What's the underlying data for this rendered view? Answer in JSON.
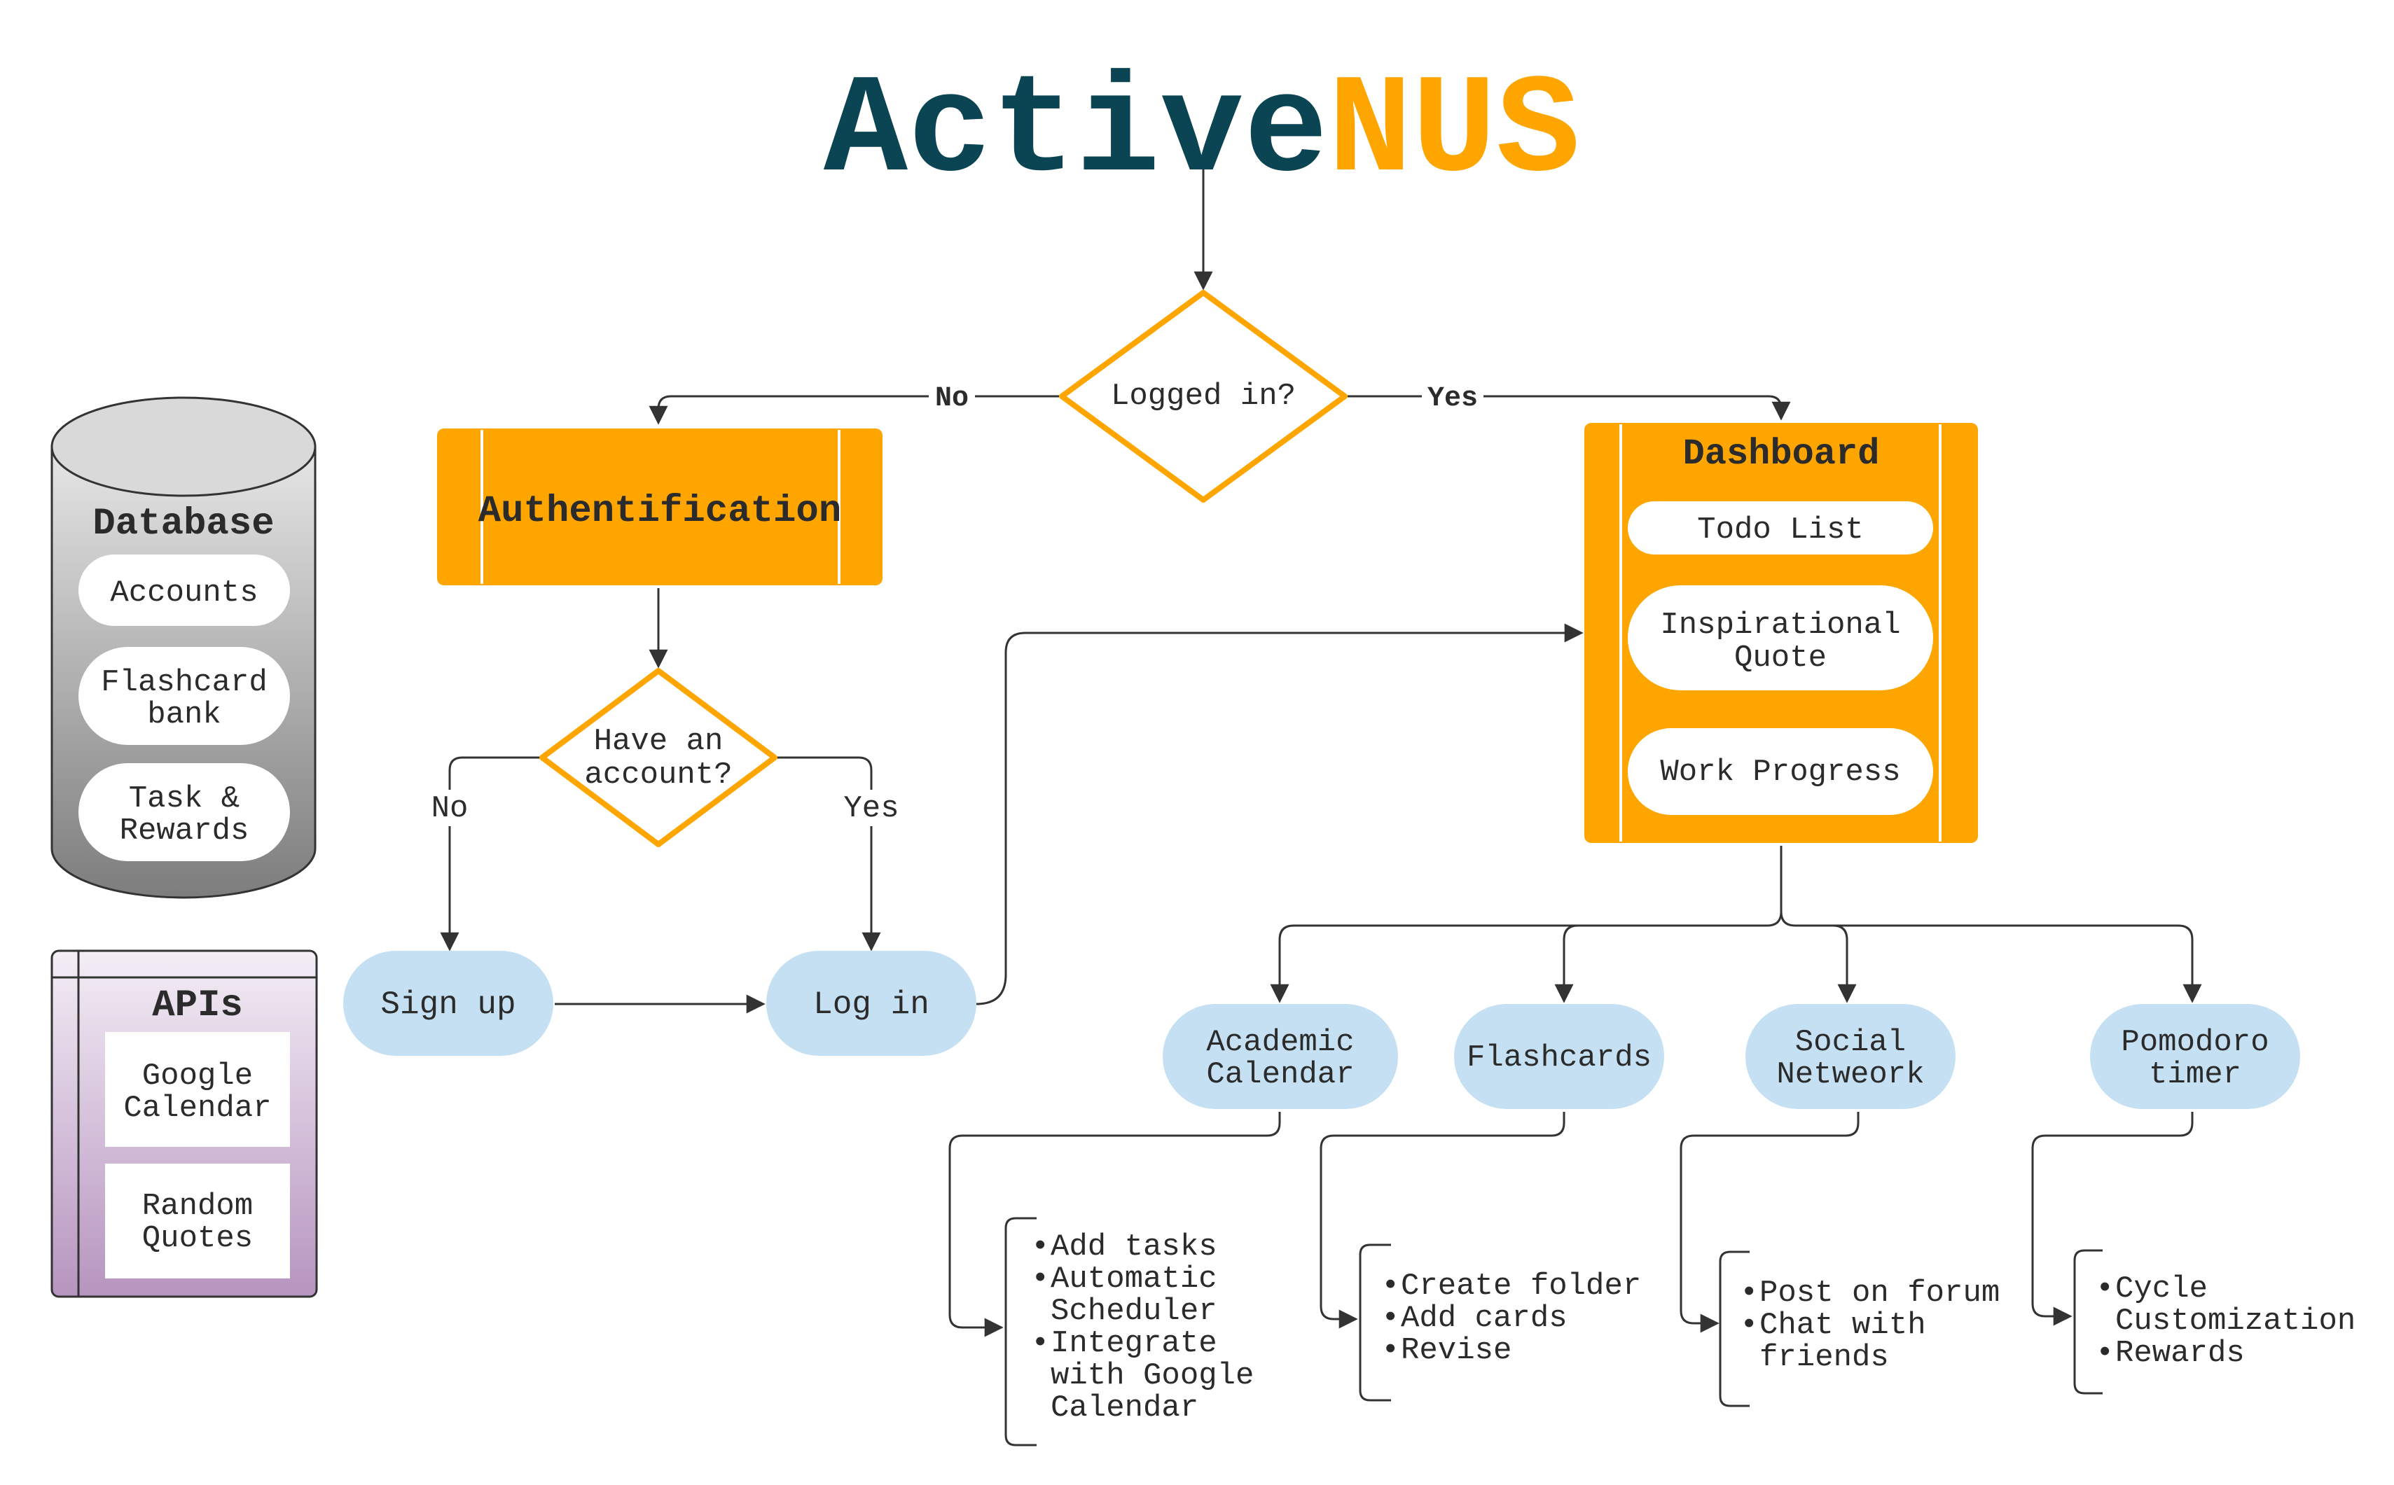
{
  "title": {
    "part1": "Active",
    "part2": "NUS",
    "color1": "#0b4452",
    "color2": "#fea500"
  },
  "colors": {
    "orange": "#fea500",
    "light_blue": "#c5e0f2",
    "dark_text": "#2b2b2b",
    "line": "#333333"
  },
  "decisions": {
    "logged_in": "Logged in?",
    "have_account_line1": "Have an",
    "have_account_line2": "account?"
  },
  "edge_labels": {
    "no_main": "No",
    "yes_main": "Yes",
    "no_account": "No",
    "yes_account": "Yes"
  },
  "authentification": {
    "label": "Authentification"
  },
  "dashboard": {
    "title": "Dashboard",
    "todo": "Todo List",
    "quote_line1": "Inspirational",
    "quote_line2": "Quote",
    "progress": "Work Progress"
  },
  "auth_actions": {
    "signup": "Sign up",
    "login": "Log in"
  },
  "database": {
    "title": "Database",
    "accounts": "Accounts",
    "flashcard_line1": "Flashcard",
    "flashcard_line2": "bank",
    "task_line1": "Task &",
    "task_line2": "Rewards"
  },
  "apis": {
    "title": "APIs",
    "google_line1": "Google",
    "google_line2": "Calendar",
    "quotes_line1": "Random",
    "quotes_line2": "Quotes"
  },
  "features": {
    "academic_line1": "Academic",
    "academic_line2": "Calendar",
    "flashcards": "Flashcards",
    "social_line1": "Social",
    "social_line2": "Netweork",
    "pomodoro_line1": "Pomodoro",
    "pomodoro_line2": "timer"
  },
  "notes": {
    "academic": [
      "Add tasks",
      "Automatic",
      "Scheduler",
      "Integrate",
      "with Google",
      "Calendar"
    ],
    "flashcards": [
      "Create folder",
      "Add cards",
      "Revise"
    ],
    "social": [
      "Post on forum",
      "Chat with",
      "friends"
    ],
    "pomodoro": [
      "Cycle",
      "Customization",
      "Rewards"
    ]
  },
  "bullet": "•"
}
